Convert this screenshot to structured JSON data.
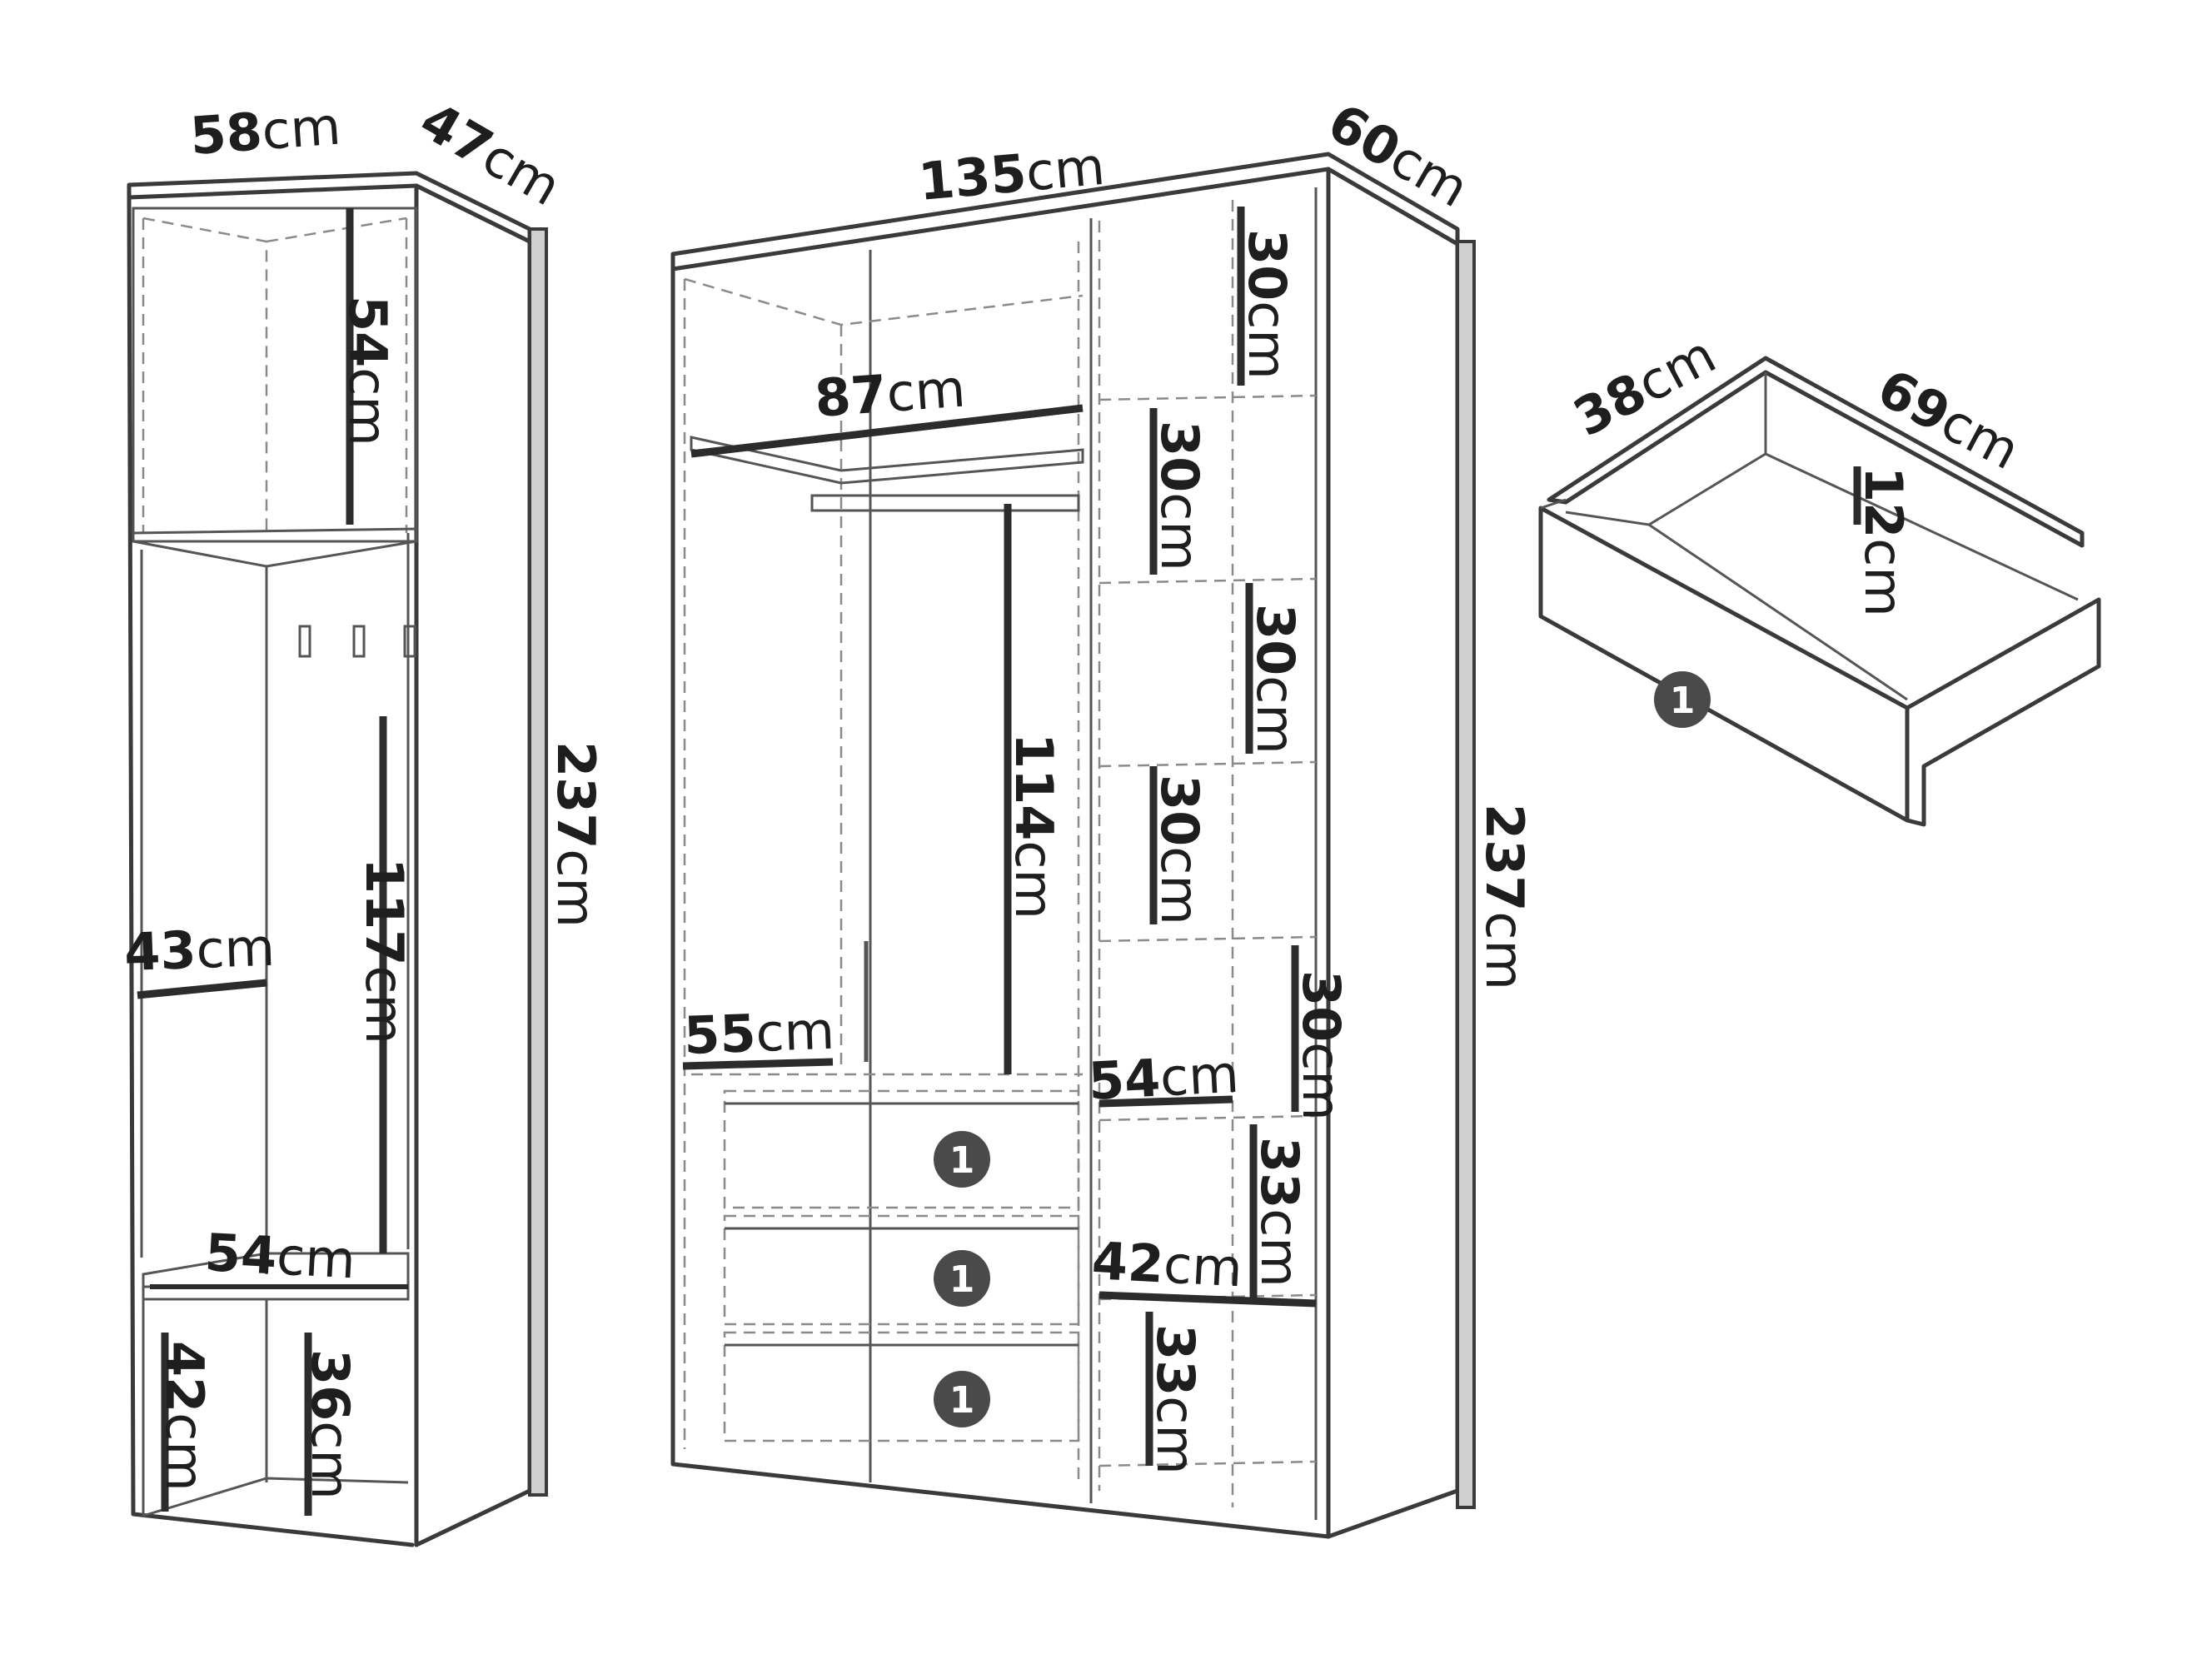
{
  "dimensions": {
    "hall_width": {
      "value": "58",
      "unit": "cm"
    },
    "hall_depth": {
      "value": "47",
      "unit": "cm"
    },
    "hall_height": {
      "value": "237",
      "unit": "cm"
    },
    "hall_top_height": {
      "value": "54",
      "unit": "cm"
    },
    "hall_mid_height": {
      "value": "117",
      "unit": "cm"
    },
    "hall_hook_width": {
      "value": "43",
      "unit": "cm"
    },
    "hall_seat_width": {
      "value": "54",
      "unit": "cm"
    },
    "hall_seat_height": {
      "value": "42",
      "unit": "cm"
    },
    "hall_under_height": {
      "value": "36",
      "unit": "cm"
    },
    "wardrobe_width": {
      "value": "135",
      "unit": "cm"
    },
    "wardrobe_depth": {
      "value": "60",
      "unit": "cm"
    },
    "wardrobe_height": {
      "value": "237",
      "unit": "cm"
    },
    "rail_width": {
      "value": "87",
      "unit": "cm"
    },
    "hang_height": {
      "value": "114",
      "unit": "cm"
    },
    "left_shelf_width": {
      "value": "55",
      "unit": "cm"
    },
    "drawer_zone_width": {
      "value": "54",
      "unit": "cm"
    },
    "lower_shelf_width": {
      "value": "42",
      "unit": "cm"
    },
    "shelf_1": {
      "value": "30",
      "unit": "cm"
    },
    "shelf_2": {
      "value": "30",
      "unit": "cm"
    },
    "shelf_3": {
      "value": "30",
      "unit": "cm"
    },
    "shelf_4": {
      "value": "30",
      "unit": "cm"
    },
    "shelf_5": {
      "value": "30",
      "unit": "cm"
    },
    "shelf_6": {
      "value": "33",
      "unit": "cm"
    },
    "shelf_7": {
      "value": "33",
      "unit": "cm"
    },
    "drawer_width": {
      "value": "38",
      "unit": "cm"
    },
    "drawer_depth": {
      "value": "69",
      "unit": "cm"
    },
    "drawer_height": {
      "value": "12",
      "unit": "cm"
    }
  },
  "badges": [
    "1",
    "1",
    "1",
    "1"
  ],
  "colors": {
    "line": "#3a3a3a",
    "dashed": "#8a8a8a",
    "text": "#1e1e1e",
    "badge": "#4a4a4a"
  }
}
